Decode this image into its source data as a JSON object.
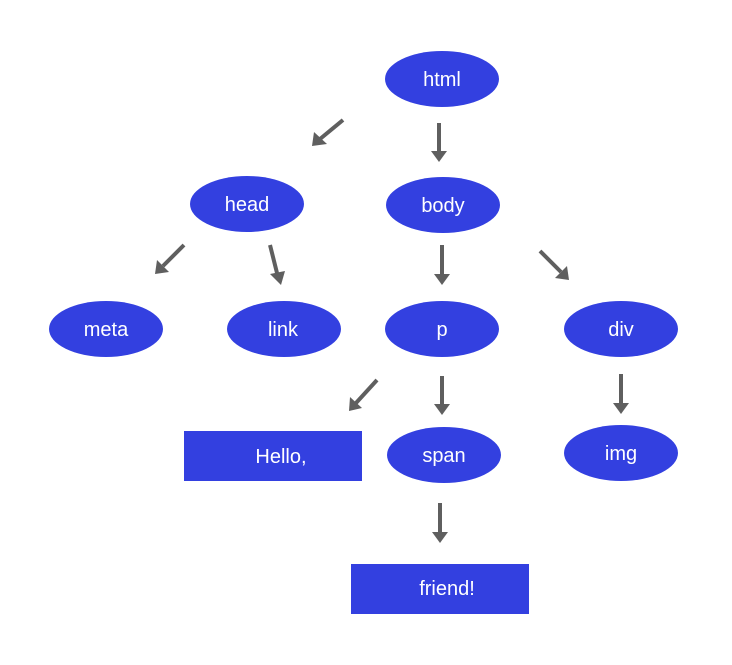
{
  "diagram": {
    "nodes": {
      "html": {
        "label": "html",
        "shape": "ellipse"
      },
      "head": {
        "label": "head",
        "shape": "ellipse"
      },
      "body": {
        "label": "body",
        "shape": "ellipse"
      },
      "meta": {
        "label": "meta",
        "shape": "ellipse"
      },
      "link": {
        "label": "link",
        "shape": "ellipse"
      },
      "p": {
        "label": "p",
        "shape": "ellipse"
      },
      "div": {
        "label": "div",
        "shape": "ellipse"
      },
      "hello": {
        "label": "Hello,",
        "shape": "rectangle"
      },
      "span": {
        "label": "span",
        "shape": "ellipse"
      },
      "img": {
        "label": "img",
        "shape": "ellipse"
      },
      "friend": {
        "label": "friend!",
        "shape": "rectangle"
      }
    },
    "edges": [
      {
        "from": "html",
        "to": "head"
      },
      {
        "from": "html",
        "to": "body"
      },
      {
        "from": "head",
        "to": "meta"
      },
      {
        "from": "head",
        "to": "link"
      },
      {
        "from": "body",
        "to": "p"
      },
      {
        "from": "body",
        "to": "div"
      },
      {
        "from": "p",
        "to": "hello"
      },
      {
        "from": "p",
        "to": "span"
      },
      {
        "from": "div",
        "to": "img"
      },
      {
        "from": "span",
        "to": "friend"
      }
    ],
    "colors": {
      "node_fill": "#3340e0",
      "node_text": "#ffffff",
      "arrow": "#5f5f5f"
    }
  }
}
